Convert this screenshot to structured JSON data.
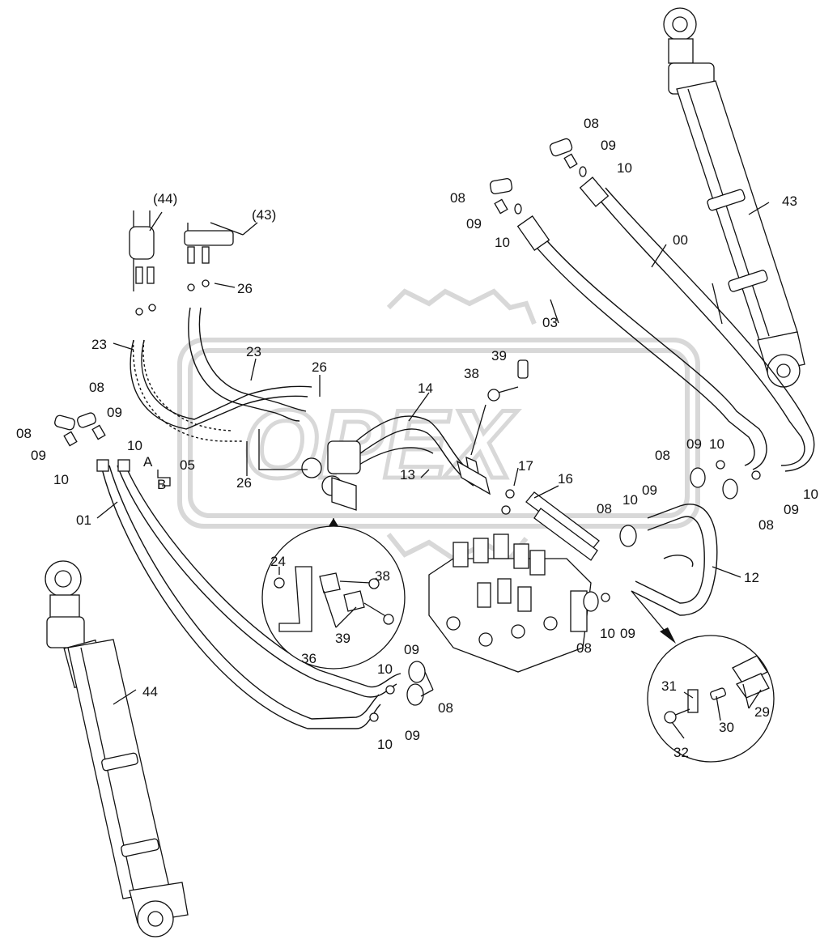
{
  "watermark": "OPEX",
  "labels": [
    {
      "id": "lbl-44-ref",
      "text": "(44)"
    },
    {
      "id": "lbl-43-ref",
      "text": "(43)"
    },
    {
      "id": "lbl-26-a",
      "text": "26"
    },
    {
      "id": "lbl-23-a",
      "text": "23"
    },
    {
      "id": "lbl-23-b",
      "text": "23"
    },
    {
      "id": "lbl-26-b",
      "text": "26"
    },
    {
      "id": "lbl-26-c",
      "text": "26"
    },
    {
      "id": "lbl-08-a",
      "text": "08"
    },
    {
      "id": "lbl-08-b",
      "text": "08"
    },
    {
      "id": "lbl-09-a",
      "text": "09"
    },
    {
      "id": "lbl-09-b",
      "text": "09"
    },
    {
      "id": "lbl-10-a",
      "text": "10"
    },
    {
      "id": "lbl-10-b",
      "text": "10"
    },
    {
      "id": "lbl-A",
      "text": "A"
    },
    {
      "id": "lbl-B",
      "text": "B"
    },
    {
      "id": "lbl-05",
      "text": "05"
    },
    {
      "id": "lbl-01",
      "text": "01"
    },
    {
      "id": "lbl-14",
      "text": "14"
    },
    {
      "id": "lbl-13",
      "text": "13"
    },
    {
      "id": "lbl-08-c",
      "text": "08"
    },
    {
      "id": "lbl-09-c",
      "text": "09"
    },
    {
      "id": "lbl-10-c",
      "text": "10"
    },
    {
      "id": "lbl-08-d",
      "text": "08"
    },
    {
      "id": "lbl-09-d",
      "text": "09"
    },
    {
      "id": "lbl-10-d",
      "text": "10"
    },
    {
      "id": "lbl-03",
      "text": "03"
    },
    {
      "id": "lbl-00",
      "text": "00"
    },
    {
      "id": "lbl-43",
      "text": "43"
    },
    {
      "id": "lbl-39-a",
      "text": "39"
    },
    {
      "id": "lbl-38-a",
      "text": "38"
    },
    {
      "id": "lbl-17",
      "text": "17"
    },
    {
      "id": "lbl-16",
      "text": "16"
    },
    {
      "id": "lbl-08-e",
      "text": "08"
    },
    {
      "id": "lbl-09-e",
      "text": "09"
    },
    {
      "id": "lbl-10-e",
      "text": "10"
    },
    {
      "id": "lbl-10-f",
      "text": "10"
    },
    {
      "id": "lbl-09-f",
      "text": "09"
    },
    {
      "id": "lbl-08-f",
      "text": "08"
    },
    {
      "id": "lbl-08-g",
      "text": "08"
    },
    {
      "id": "lbl-10-g",
      "text": "10"
    },
    {
      "id": "lbl-09-g",
      "text": "09"
    },
    {
      "id": "lbl-12",
      "text": "12"
    },
    {
      "id": "lbl-10-h",
      "text": "10"
    },
    {
      "id": "lbl-09-h",
      "text": "09"
    },
    {
      "id": "lbl-08-h",
      "text": "08"
    },
    {
      "id": "lbl-24",
      "text": "24"
    },
    {
      "id": "lbl-38-b",
      "text": "38"
    },
    {
      "id": "lbl-39-b",
      "text": "39"
    },
    {
      "id": "lbl-36",
      "text": "36"
    },
    {
      "id": "lbl-09-i",
      "text": "09"
    },
    {
      "id": "lbl-10-i",
      "text": "10"
    },
    {
      "id": "lbl-08-i",
      "text": "08"
    },
    {
      "id": "lbl-10-j",
      "text": "10"
    },
    {
      "id": "lbl-09-j",
      "text": "09"
    },
    {
      "id": "lbl-44",
      "text": "44"
    },
    {
      "id": "lbl-31",
      "text": "31"
    },
    {
      "id": "lbl-30",
      "text": "30"
    },
    {
      "id": "lbl-29",
      "text": "29"
    },
    {
      "id": "lbl-32",
      "text": "32"
    }
  ]
}
